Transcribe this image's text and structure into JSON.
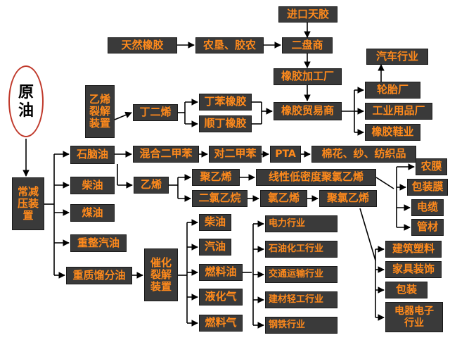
{
  "diagram": {
    "origin": "原\n油",
    "nodes": {
      "jinkou": "进口天胶",
      "tianran": "天然橡胶",
      "nongken": "农垦、胶农",
      "erpan": "二盘商",
      "jiagong": "橡胶加工厂",
      "qiche": "汽车行业",
      "yixi_liejie": "乙烯\n裂解\n装置",
      "dingerxi": "丁二烯",
      "dingben": "丁苯橡胶",
      "shunding": "顺丁橡胶",
      "maoyi": "橡胶贸易商",
      "luntai": "轮胎厂",
      "gongye": "工业用品厂",
      "xiechang": "橡胶鞋业",
      "changjian": "常减\n压装\n置",
      "shinao": "石脑油",
      "hunhe": "混合二甲苯",
      "duierjia": "对二甲苯",
      "pta": "PTA",
      "mianhua": "棉花、纱、纺织品",
      "chaiyou1": "柴油",
      "meiyou": "煤油",
      "chongzheng": "重整汽油",
      "zhongzhi": "重质馏分油",
      "yixi": "乙烯",
      "juyixi": "聚乙烯",
      "xianxing": "线性低密度聚氯乙烯",
      "nongmo": "农膜",
      "baozhuangmo": "包装膜",
      "dianlan": "电缆",
      "guancai": "管材",
      "erlv": "二氯乙烷",
      "lvyixi": "氯乙烯",
      "julvyixi": "聚氯乙烯",
      "jianzhu": "建筑塑料",
      "jiaju": "家具装饰",
      "baozhuang": "包装",
      "dianqi": "电器电子\n行业",
      "cuihua": "催化\n裂解\n装置",
      "chaiyou2": "柴油",
      "qiyou": "汽油",
      "ranliaoyou": "燃料油",
      "yehuaqi": "液化气",
      "ranliaoqi": "燃料气",
      "dianli": "电力行业",
      "shiyouhuagong": "石油化工行业",
      "jiaotong": "交通运输行业",
      "jiancai": "建材轻工行业",
      "gangtie": "钢铁行业"
    }
  }
}
